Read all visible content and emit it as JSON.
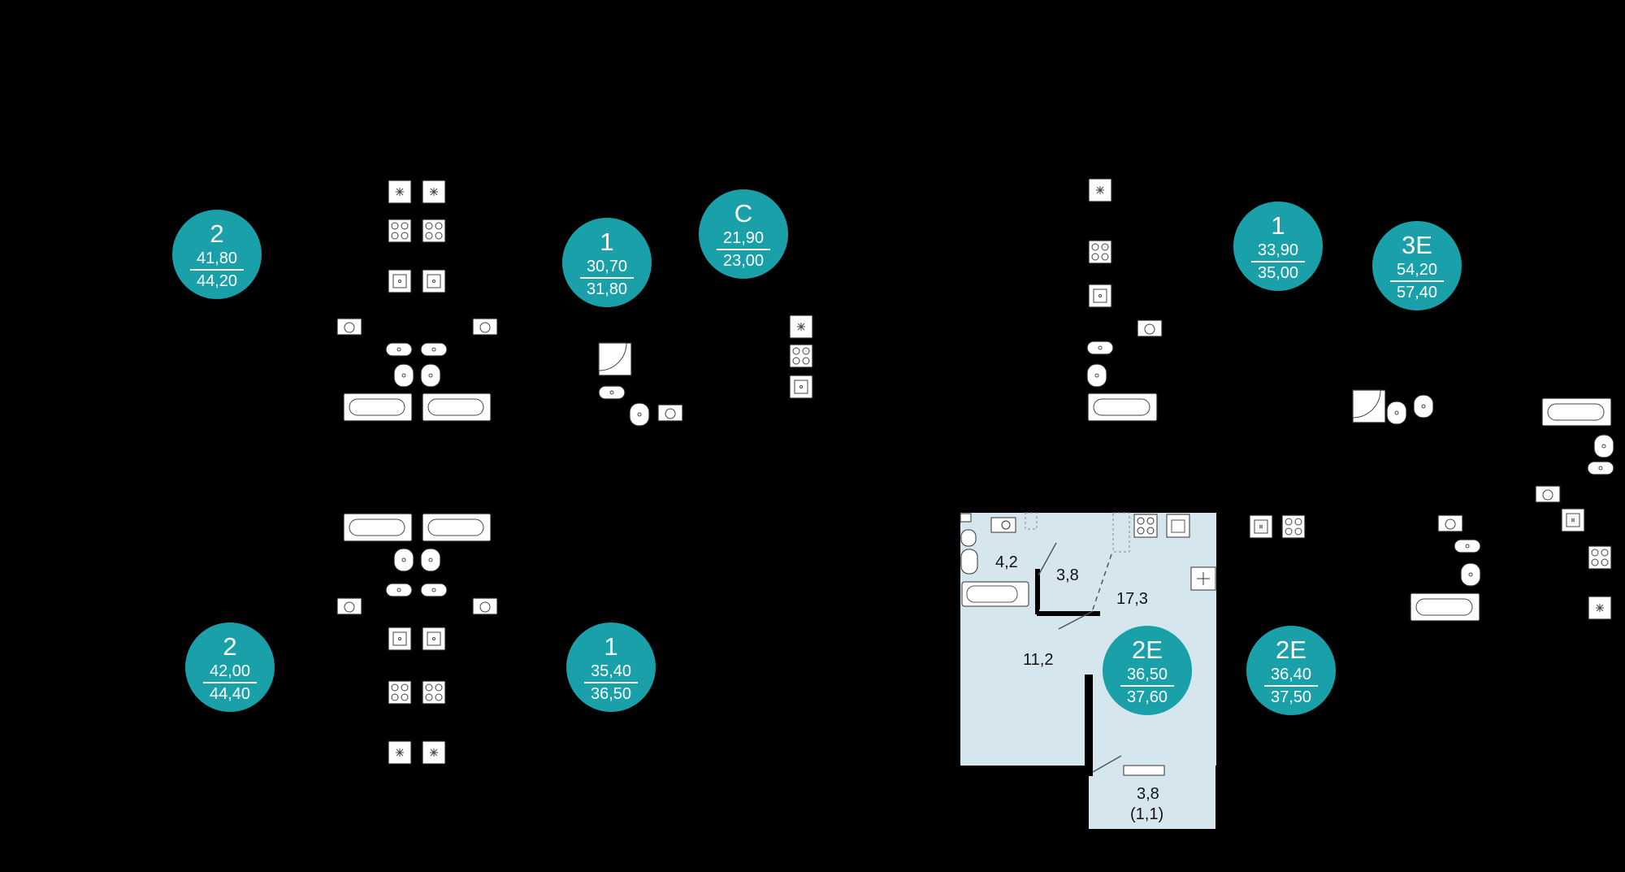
{
  "apartments": [
    {
      "type": "2",
      "area": "41,80",
      "total": "44,20"
    },
    {
      "type": "1",
      "area": "30,70",
      "total": "31,80"
    },
    {
      "type": "С",
      "area": "21,90",
      "total": "23,00"
    },
    {
      "type": "1",
      "area": "33,90",
      "total": "35,00"
    },
    {
      "type": "3Е",
      "area": "54,20",
      "total": "57,40"
    },
    {
      "type": "2",
      "area": "42,00",
      "total": "44,40"
    },
    {
      "type": "1",
      "area": "35,40",
      "total": "36,50"
    },
    {
      "type": "2Е",
      "area": "36,50",
      "total": "37,60"
    },
    {
      "type": "2Е",
      "area": "36,40",
      "total": "37,50"
    }
  ],
  "highlighted_unit": {
    "rooms": [
      "4,2",
      "3,8",
      "17,3",
      "11,2"
    ],
    "balcony_area": "3,8",
    "balcony_reduced": "(1,1)"
  },
  "colors": {
    "badge": "#19a0a9",
    "highlight": "#d6e6ee",
    "fixture": "#ffffff",
    "background": "#000000"
  }
}
